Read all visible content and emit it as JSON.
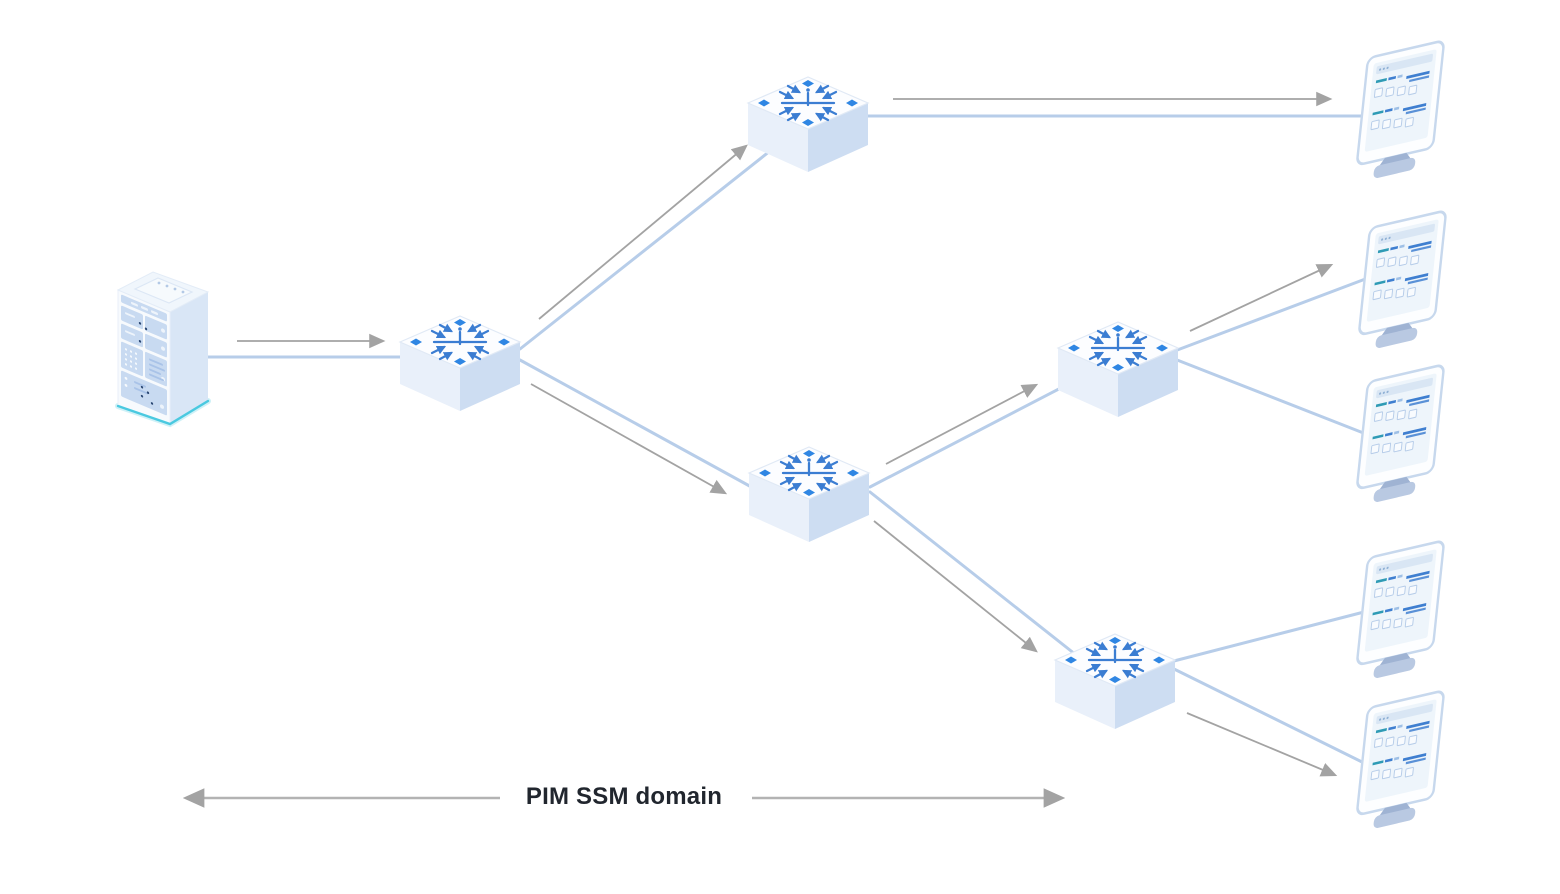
{
  "diagram": {
    "type": "network-topology",
    "domain_label": {
      "text": "PIM SSM domain"
    },
    "colors": {
      "background": "#ffffff",
      "link_line": "#b7cde9",
      "flow_arrow": "#a3a3a3",
      "router_icon_blue": "#3b7dd2",
      "port_diamond_blue": "#2f86e3",
      "monitor_teal_text": "#2f9bb5",
      "monitor_blue_text": "#3f7fd0",
      "server_base_cyan": "#4ac9e0",
      "label_text": "#21262e"
    },
    "nodes": [
      {
        "id": "source-server",
        "kind": "server",
        "role": "multicast source"
      },
      {
        "id": "router-1",
        "kind": "switch-router",
        "role": "first-hop router"
      },
      {
        "id": "router-2",
        "kind": "switch-router",
        "role": "branch router (top)"
      },
      {
        "id": "router-3",
        "kind": "switch-router",
        "role": "branch router (middle)"
      },
      {
        "id": "router-4",
        "kind": "switch-router",
        "role": "leaf router (upper right)"
      },
      {
        "id": "router-5",
        "kind": "switch-router",
        "role": "leaf router (lower right)"
      },
      {
        "id": "receiver-1",
        "kind": "host-monitor",
        "role": "receiver (top)"
      },
      {
        "id": "receiver-2",
        "kind": "host-monitor",
        "role": "receiver"
      },
      {
        "id": "receiver-3",
        "kind": "host-monitor",
        "role": "receiver"
      },
      {
        "id": "receiver-4",
        "kind": "host-monitor",
        "role": "receiver"
      },
      {
        "id": "receiver-5",
        "kind": "host-monitor",
        "role": "receiver (bottom)"
      }
    ],
    "edges": [
      {
        "from": "source-server",
        "to": "router-1",
        "flow_arrow": true
      },
      {
        "from": "router-1",
        "to": "router-2",
        "flow_arrow": true
      },
      {
        "from": "router-1",
        "to": "router-3",
        "flow_arrow": true
      },
      {
        "from": "router-2",
        "to": "receiver-1",
        "flow_arrow": true
      },
      {
        "from": "router-3",
        "to": "router-4",
        "flow_arrow": true
      },
      {
        "from": "router-3",
        "to": "router-5",
        "flow_arrow": true
      },
      {
        "from": "router-4",
        "to": "receiver-2",
        "flow_arrow": true
      },
      {
        "from": "router-4",
        "to": "receiver-3",
        "flow_arrow": false
      },
      {
        "from": "router-5",
        "to": "receiver-4",
        "flow_arrow": false
      },
      {
        "from": "router-5",
        "to": "receiver-5",
        "flow_arrow": true
      }
    ]
  }
}
